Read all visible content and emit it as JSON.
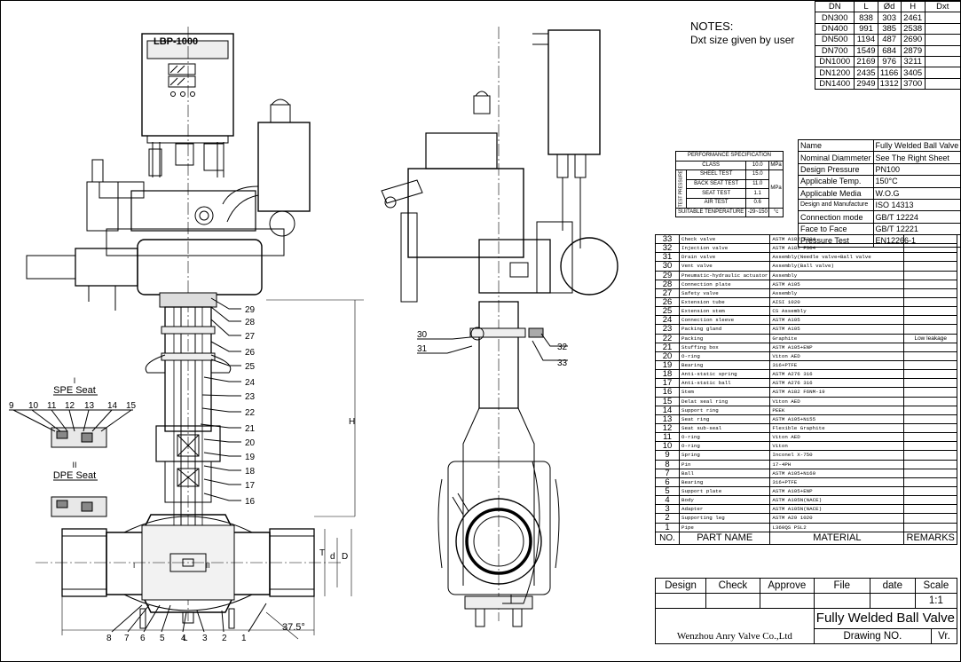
{
  "notes": {
    "heading": "NOTES:",
    "text": "Dxt size given by user"
  },
  "dn_table": {
    "headers": [
      "DN",
      "L",
      "Ød",
      "H",
      "Dxt"
    ],
    "rows": [
      [
        "DN300",
        "838",
        "303",
        "2461",
        ""
      ],
      [
        "DN400",
        "991",
        "385",
        "2538",
        ""
      ],
      [
        "DN500",
        "1194",
        "487",
        "2690",
        ""
      ],
      [
        "DN700",
        "1549",
        "684",
        "2879",
        ""
      ],
      [
        "DN1000",
        "2169",
        "976",
        "3211",
        ""
      ],
      [
        "DN1200",
        "2435",
        "1166",
        "3405",
        ""
      ],
      [
        "DN1400",
        "2949",
        "1312",
        "3700",
        ""
      ]
    ]
  },
  "spec_table": [
    [
      "Name",
      "Fully Welded Ball Valve"
    ],
    [
      "Nominal Diammeter",
      "See The Right Sheet"
    ],
    [
      "Design Pressure",
      "PN100"
    ],
    [
      "Applicable Temp.",
      "150°C"
    ],
    [
      "Applicable Media",
      "W.O.G"
    ],
    [
      "Design and Manufacture",
      "ISO 14313"
    ],
    [
      "Connection mode",
      "GB/T 12224"
    ],
    [
      "Face to Face",
      "GB/T 12221"
    ],
    [
      "Pressure Test",
      "EN12266-1"
    ]
  ],
  "performance": {
    "title": "PERFORMANCE SPECIFICATION",
    "class_label": "CLASS",
    "class_value": "10.0",
    "class_unit": "MPa",
    "test_group": "TEST PRESSURE",
    "tests": [
      [
        "SHEEL TEST",
        "15.0"
      ],
      [
        "BACK SEAT TEST",
        "11.0"
      ],
      [
        "SEAT TEST",
        "1.1"
      ],
      [
        "AIR TEST",
        "0.6"
      ]
    ],
    "test_unit": "MPa",
    "temp_label": "SUITABLE TENPERATURE",
    "temp_value": "-29~150",
    "temp_unit": "°c"
  },
  "parts": [
    [
      "33",
      "Check valve",
      "ASTM A182 F304",
      ""
    ],
    [
      "32",
      "Injection valve",
      "ASTM A182 F304",
      ""
    ],
    [
      "31",
      "Drain valve",
      "Assembly(Needle valve+Ball valve",
      ""
    ],
    [
      "30",
      "Vent valve",
      "Assembly(Ball valve)",
      ""
    ],
    [
      "29",
      "Pneumatic-hydraulic actuator",
      "Assembly",
      ""
    ],
    [
      "28",
      "Connection plate",
      "ASTM A105",
      ""
    ],
    [
      "27",
      "Safety valve",
      "Assembly",
      ""
    ],
    [
      "26",
      "Extension tube",
      "AISI 1020",
      ""
    ],
    [
      "25",
      "Extension stem",
      "CS Assembly",
      ""
    ],
    [
      "24",
      "Connection sleeve",
      "ASTM A105",
      ""
    ],
    [
      "23",
      "Packing gland",
      "ASTM A105",
      ""
    ],
    [
      "22",
      "Packing",
      "Graphite",
      "Low leakage"
    ],
    [
      "21",
      "Stuffing box",
      "ASTM A105+ENP",
      ""
    ],
    [
      "20",
      "O-ring",
      "Viton AED",
      ""
    ],
    [
      "19",
      "Bearing",
      "316+PTFE",
      ""
    ],
    [
      "18",
      "Anti-static spring",
      "ASTM A276 316",
      ""
    ],
    [
      "17",
      "Anti-static ball",
      "ASTM A276 316",
      ""
    ],
    [
      "16",
      "Stem",
      "ASTM A182 F6NM-19",
      ""
    ],
    [
      "15",
      "Delat seal ring",
      "Viton AED",
      ""
    ],
    [
      "14",
      "Support ring",
      "PEEK",
      ""
    ],
    [
      "13",
      "Seat ring",
      "ASTM A105+Ni55",
      ""
    ],
    [
      "12",
      "Seat sub-seal",
      "Flexible Graphite",
      ""
    ],
    [
      "11",
      "O-ring",
      "Viton AED",
      ""
    ],
    [
      "10",
      "O-ring",
      "Viton",
      ""
    ],
    [
      "9",
      "Spring",
      "Inconel X-750",
      ""
    ],
    [
      "8",
      "Pin",
      "17-4PH",
      ""
    ],
    [
      "7",
      "Ball",
      "ASTM A105+Ni60",
      ""
    ],
    [
      "6",
      "Bearing",
      "316+PTFE",
      ""
    ],
    [
      "5",
      "Support plate",
      "ASTM A105+ENP",
      ""
    ],
    [
      "4",
      "Body",
      "ASTM A105N(NACE)",
      ""
    ],
    [
      "3",
      "Adapter",
      "ASTM A105N(NACE)",
      ""
    ],
    [
      "2",
      "Supporting leg",
      "ASTM A29 1020",
      ""
    ],
    [
      "1",
      "Pipe",
      "L360QS PSL2",
      ""
    ]
  ],
  "parts_header": {
    "no": "NO.",
    "name": "PART NAME",
    "material": "MATERIAL",
    "remarks": "REMARKS"
  },
  "title_block": {
    "design": "Design",
    "check": "Check",
    "approve": "Approve",
    "file": "File",
    "date": "date",
    "scale": "Scale",
    "scale_value": "1:1",
    "company": "Wenzhou Anry Valve Co.,Ltd",
    "title": "Fully Welded Ball Valve",
    "drawing_no": "Drawing NO.",
    "vr": "Vr."
  },
  "drawing": {
    "actuator_label": "LBP-1000",
    "seat_I_roman": "I",
    "seat_I": "SPE Seat",
    "seat_II_roman": "II",
    "seat_II": "DPE Seat",
    "seat_callouts": [
      "9",
      "10",
      "11",
      "12",
      "13",
      "14",
      "15"
    ],
    "left_callouts": [
      "29",
      "28",
      "27",
      "26",
      "25",
      "24",
      "23",
      "22",
      "21",
      "20",
      "19",
      "18",
      "17",
      "16"
    ],
    "bottom_callouts": [
      "8",
      "7",
      "6",
      "5",
      "4",
      "3",
      "2",
      "1"
    ],
    "side_callouts": [
      "30",
      "31",
      "32",
      "33"
    ],
    "dim_H": "H",
    "dim_d": "d",
    "dim_D": "D",
    "dim_L": "L",
    "dim_T": "T",
    "angle": "37.5°",
    "marker_I": "I",
    "marker_II": "II"
  }
}
